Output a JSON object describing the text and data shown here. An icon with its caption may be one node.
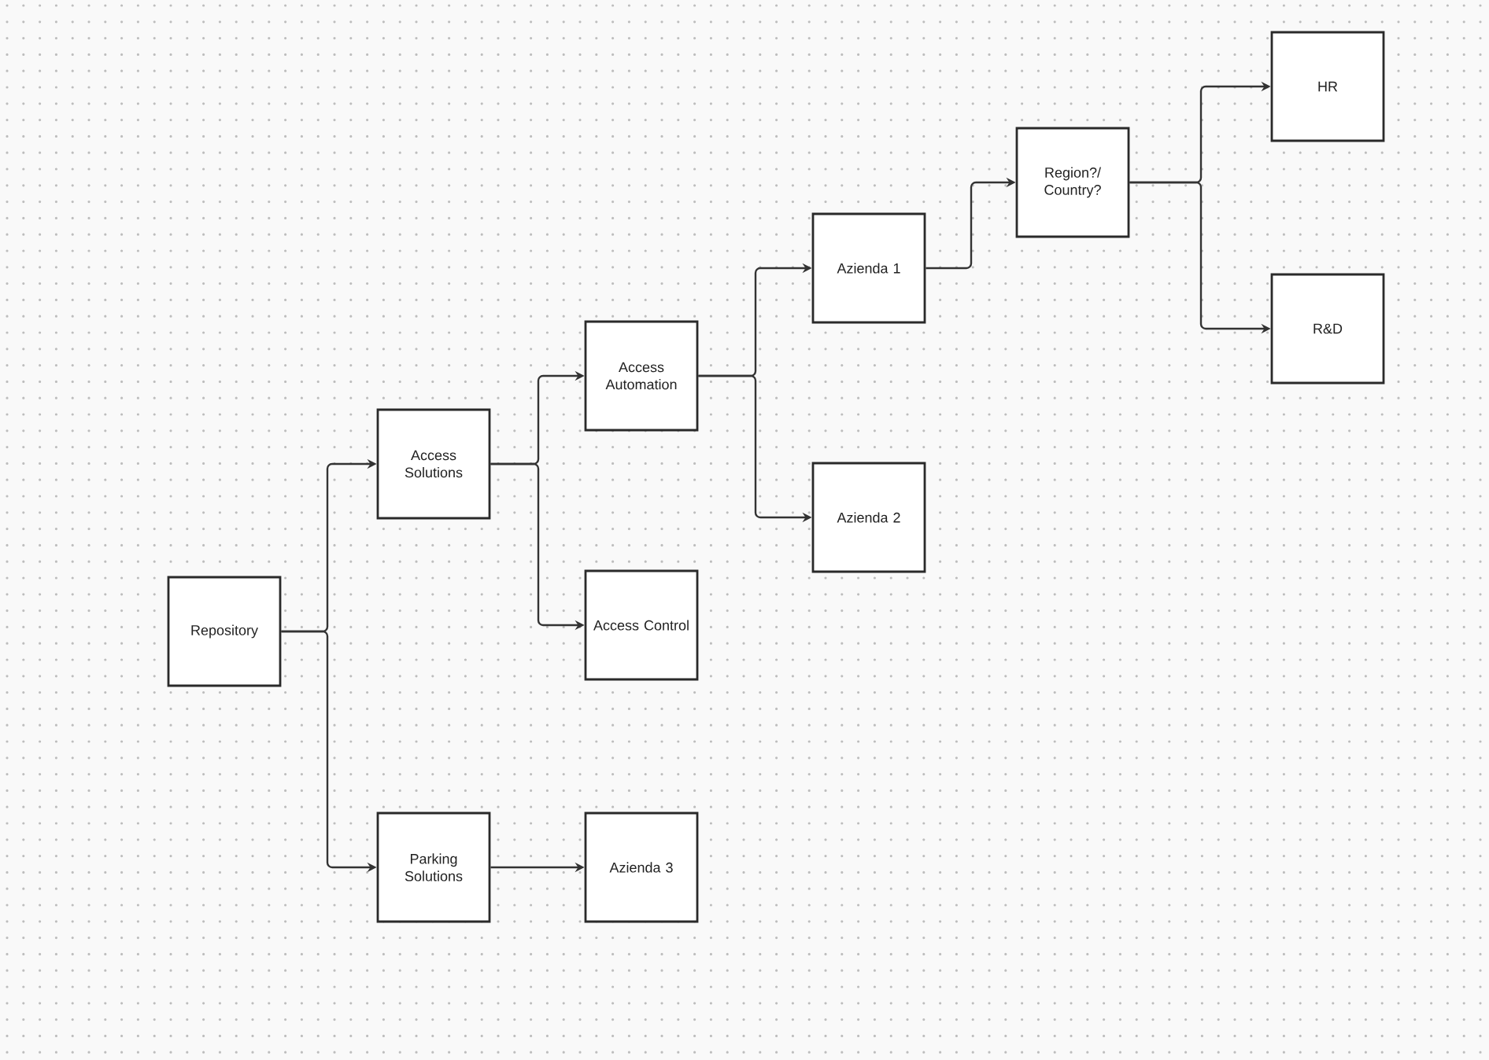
{
  "diagram": {
    "nodes": [
      {
        "text": [
          "Repository"
        ]
      },
      {
        "text": [
          "Access Solutions"
        ]
      },
      {
        "text": [
          "Parking Solutions"
        ]
      },
      {
        "text": [
          "Access Automation"
        ]
      },
      {
        "text": [
          "Access Control"
        ]
      },
      {
        "text": [
          "Azienda 3"
        ]
      },
      {
        "text": [
          "Azienda 1"
        ]
      },
      {
        "text": [
          "Azienda 2"
        ]
      },
      {
        "text": [
          "Region?/ Country?"
        ]
      },
      {
        "text": [
          "HR"
        ]
      },
      {
        "text": [
          "R&D"
        ]
      }
    ],
    "edges": [
      {
        "from": 0,
        "to": 1,
        "arrow": "to"
      },
      {
        "from": 0,
        "to": 2,
        "arrow": "to"
      },
      {
        "from": 1,
        "to": 3,
        "arrow": "to"
      },
      {
        "from": 1,
        "to": 4,
        "arrow": "to"
      },
      {
        "from": 2,
        "to": 5,
        "arrow": "to"
      },
      {
        "from": 3,
        "to": 6,
        "arrow": "to"
      },
      {
        "from": 3,
        "to": 7,
        "arrow": "to"
      },
      {
        "from": 6,
        "to": 8,
        "arrow": "to"
      },
      {
        "from": 8,
        "to": 9,
        "arrow": "to"
      },
      {
        "from": 8,
        "to": 10,
        "arrow": "to"
      }
    ]
  }
}
